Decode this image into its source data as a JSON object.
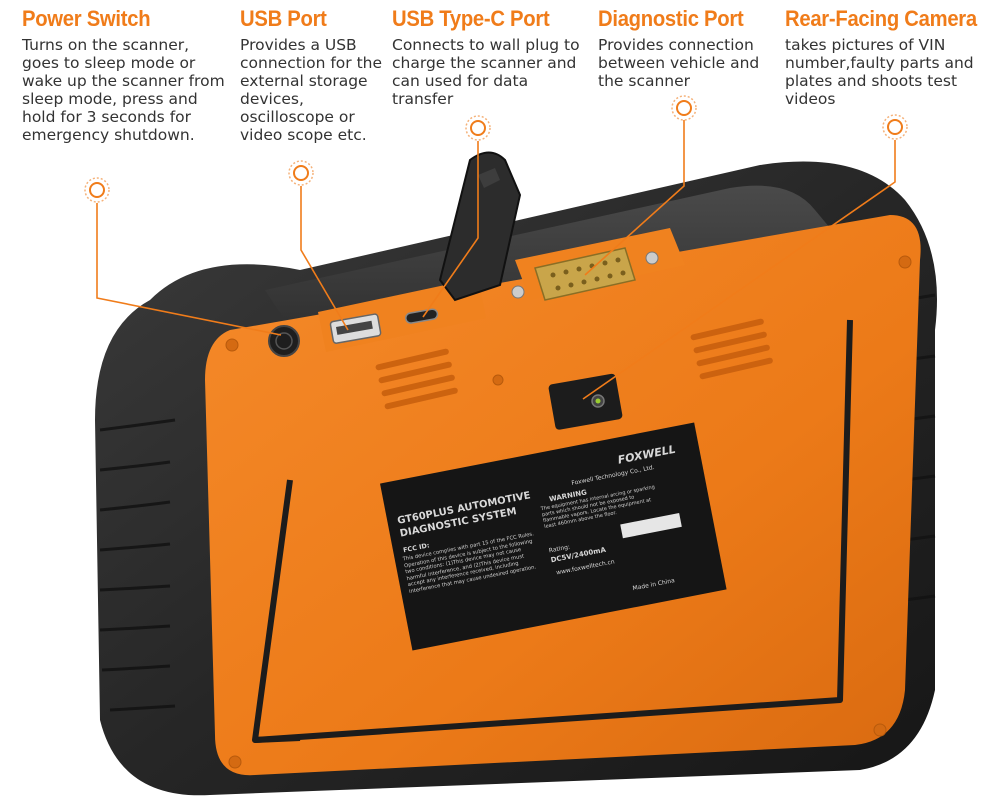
{
  "callouts": {
    "power_switch": {
      "title": "Power Switch",
      "description": "Turns on the scanner, goes to sleep mode or wake up the scanner from sleep mode, press and hold for 3 seconds for emergency shutdown."
    },
    "usb_port": {
      "title": "USB Port",
      "description": "Provides a USB connection for the external storage devices, oscilloscope or video scope etc."
    },
    "usb_type_c_port": {
      "title": "USB Type-C Port",
      "description": "Connects to wall plug to charge the scanner and can used for data transfer"
    },
    "diagnostic_port": {
      "title": "Diagnostic Port",
      "description": "Provides connection between vehicle and the scanner"
    },
    "rear_camera": {
      "title": "Rear-Facing Camera",
      "description": "takes pictures of VIN number,faulty parts and plates and shoots test videos"
    }
  },
  "device_label": {
    "brand": "FOXWELL",
    "company": "Foxwell Technology Co., Ltd.",
    "product_line1": "GT60PLUS AUTOMOTIVE",
    "product_line2": "DIAGNOSTIC SYSTEM",
    "fcc_id": "FCC ID:",
    "fcc_text": "This device complies with part 15 of the FCC Rules. Operation of this device is subject to the following two conditions: (1)This device may not cause harmful interference, and (2)This device must accept any interference received, including interference that may cause undesired operation.",
    "warning_title": "WARNING",
    "warning_text": "The equipment has internal arcing or sparking parts which should not be exposed to flammable vapors. Locate the equipment at least 460mm above the floor.",
    "rating_label": "Rating:",
    "rating_value": "DC5V/2400mA",
    "website": "www.foxwelltech.cn",
    "made_in": "Made in China"
  },
  "colors": {
    "accent": "#f07c1a",
    "body_orange": "#ef7d1c",
    "rubber_black": "#2a2a2a",
    "text_gray": "#333333"
  }
}
